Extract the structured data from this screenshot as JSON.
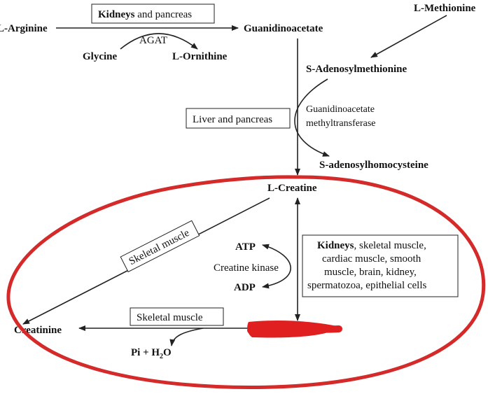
{
  "colors": {
    "ink": "#222222",
    "ellipse": "#d42a2a",
    "redaction": "#e02020"
  },
  "nodes": {
    "l_arginine": "L-Arginine",
    "guanidinoacetate": "Guanidinoacetate",
    "glycine": "Glycine",
    "l_ornithine": "L-Ornithine",
    "l_methionine": "L-Methionine",
    "s_adenosylmethionine": "S-Adenosylmethionine",
    "s_adenosylhomocysteine": "S-adenosylhomocysteine",
    "l_creatine": "L-Creatine",
    "atp": "ATP",
    "adp": "ADP",
    "creatinine": "Creatinine",
    "pi_h2o_prefix": "Pi + H",
    "pi_h2o_sub": "2",
    "pi_h2o_suffix": "O"
  },
  "enzymes": {
    "agat": "AGAT",
    "gamt_line1": "Guanidinoacetate",
    "gamt_line2": "methyltransferase",
    "creatine_kinase": "Creatine kinase"
  },
  "boxes": {
    "kidneys_pancreas_bold": "Kidneys",
    "kidneys_pancreas_rest": " and pancreas",
    "liver_pancreas": "Liver and pancreas",
    "skeletal_muscle_diag": "Skeletal muscle",
    "skeletal_muscle_bottom": "Skeletal muscle",
    "tissues_bold": "Kidneys",
    "tissues_line1_rest": ", skeletal muscle,",
    "tissues_line2": "cardiac muscle, smooth",
    "tissues_line3": "muscle, brain, kidney,",
    "tissues_line4": "spermatozoa, epithelial cells"
  }
}
